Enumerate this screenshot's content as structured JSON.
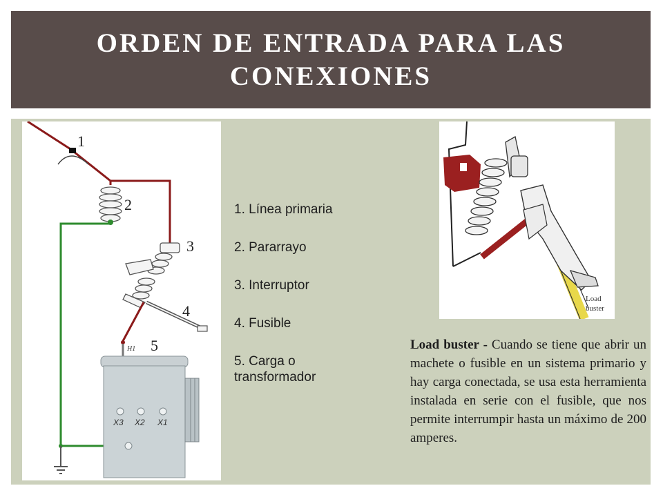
{
  "slide": {
    "title": "ORDEN DE ENTRADA PARA LAS CONEXIONES"
  },
  "diagram": {
    "numbers": [
      "1",
      "2",
      "3",
      "4",
      "5"
    ],
    "terminal_h1": "H1",
    "terminals": [
      "X3",
      "X2",
      "X1"
    ]
  },
  "legend": {
    "items": [
      "1. Línea primaria",
      "2. Pararrayo",
      "3. Interruptor",
      "4. Fusible",
      "5. Carga o transformador"
    ]
  },
  "photo": {
    "label_line1": "Load",
    "label_line2": "buster"
  },
  "description": {
    "bold_lead": "Load buster -",
    "text": " Cuando se tiene que abrir un machete o fusible en un sistema primario y hay carga conectada, se usa esta herramienta instalada en serie con el fusible, que nos permite interrumpir hasta un máximo de 200 amperes."
  },
  "colors": {
    "title_bar": "#584c4a",
    "panel": "#ccd1bc",
    "wire_red": "#8b1a1a",
    "wire_green": "#2e8b2e",
    "tool_yellow": "#e8d84a"
  }
}
